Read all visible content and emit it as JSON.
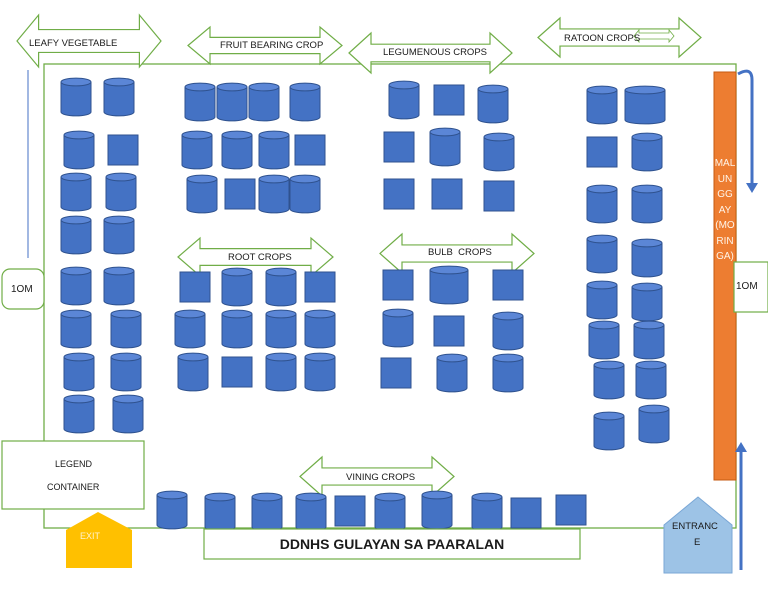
{
  "title": "DDNHS GULAYAN SA PAARALAN",
  "sections": {
    "leafy": "LEAFY VEGETABLE",
    "fruit": "FRUIT BEARING CROP",
    "legume": "LEGUMENOUS CROPS",
    "ratoon": "RATOON CROPS",
    "root": "ROOT CROPS",
    "bulb": "BULB  CROPS",
    "vining": "VINING CROPS"
  },
  "ratoon_small_note": "",
  "malunggay_label": "MALUNGGAY(MORINGA)",
  "dimensions": {
    "left": "1OM",
    "right": "1OM"
  },
  "legend": {
    "title": "LEGEND",
    "item": "CONTAINER"
  },
  "exit": "EXIT",
  "entrance_line1": "ENTRANC",
  "entrance_line2": "E",
  "colors": {
    "container_fill": "#4472c4",
    "container_stroke": "#2f528f",
    "border_green": "#70ad47",
    "malunggay_orange": "#ed7d31",
    "exit_yellow": "#ffc000",
    "entrance_blue": "#9dc3e6",
    "arrow_blue": "#4472c4"
  },
  "icons": [
    "double-arrow-icon",
    "cylinder-container-icon",
    "square-container-icon",
    "curved-arrow-icon",
    "pentagon-sign-icon"
  ]
}
